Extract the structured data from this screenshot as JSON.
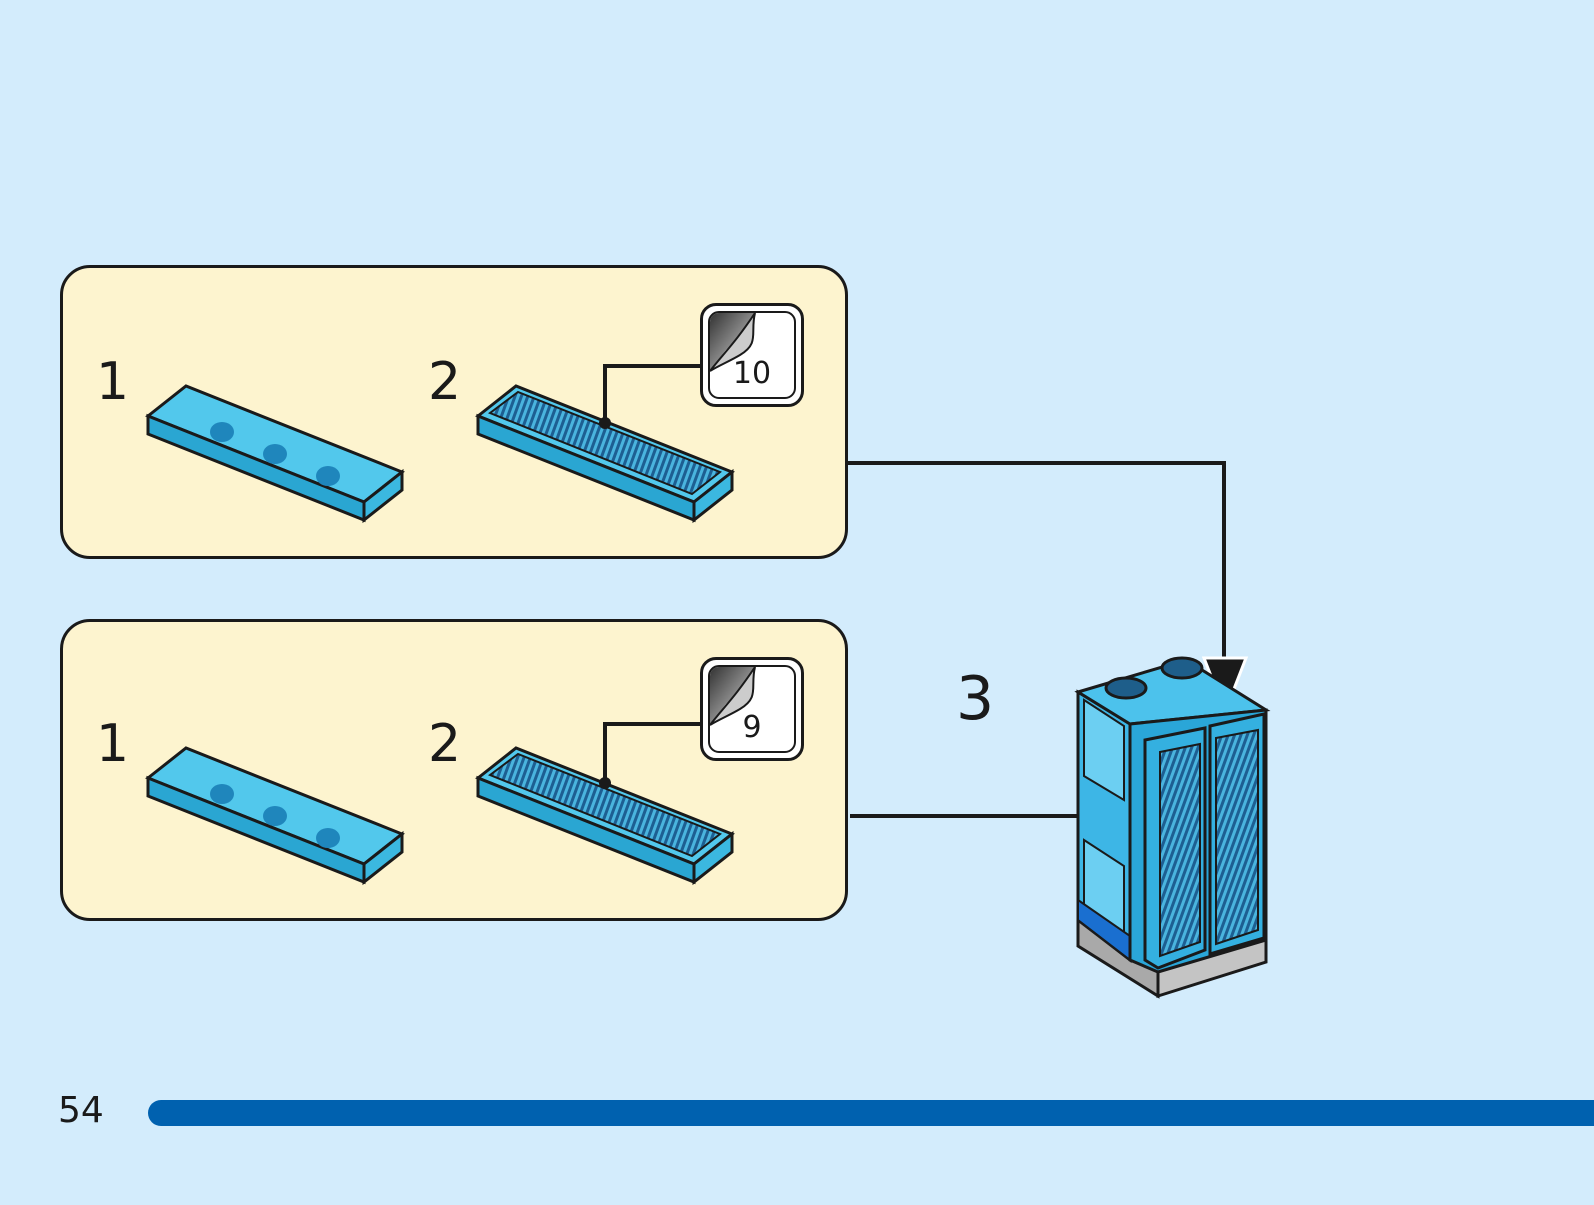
{
  "page": {
    "number": "54",
    "background_color": "#d3ecfc",
    "accent_color": "#0061af",
    "subpanel_color": "#fdf4cf"
  },
  "subassemblies": [
    {
      "steps": [
        {
          "label": "1",
          "part": "trans-light-blue 1x4 tile"
        },
        {
          "label": "2",
          "part": "1x4 tile with sticker"
        }
      ],
      "sticker_callout": {
        "number": "10",
        "icon": "sticker-icon"
      }
    },
    {
      "steps": [
        {
          "label": "1",
          "part": "trans-light-blue 1x4 tile"
        },
        {
          "label": "2",
          "part": "1x4 tile with sticker"
        }
      ],
      "sticker_callout": {
        "number": "9",
        "icon": "sticker-icon"
      }
    }
  ],
  "main_step": {
    "label": "3",
    "model": "blue locker/cabinet build"
  }
}
